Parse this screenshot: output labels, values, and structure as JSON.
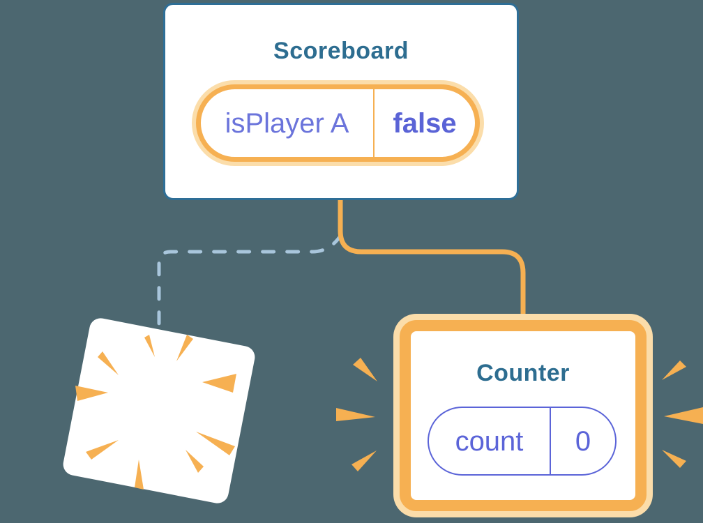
{
  "colors": {
    "bg": "#4C6770",
    "card": "#FFFFFF",
    "orange": "#F6B052",
    "orangeGlow": "#FBDDAA",
    "blueBorder": "#2E6E96",
    "blueText": "#2D6D90",
    "purpleLabel": "#6B74DB",
    "purpleValue": "#5A63D6",
    "purplePill": "#5B64D8",
    "dashed": "#A9C6DC"
  },
  "scoreboard": {
    "title": "Scoreboard",
    "state_pill": {
      "label": "isPlayer A",
      "value": "false"
    }
  },
  "counter": {
    "title": "Counter",
    "state_pill": {
      "label": "count",
      "value": "0"
    }
  },
  "decorations": {
    "sparkle_icon": "four-point-sparkle-stars",
    "poof_burst_icon": "destroyed-component-burst-wedges",
    "emphasis_burst_icon": "new-component-emphasis-wedges",
    "dashed_connector": "removed-subtree-link",
    "solid_connector": "active-subtree-link"
  }
}
